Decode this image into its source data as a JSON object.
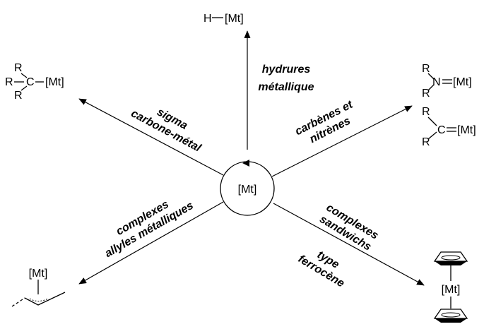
{
  "center": {
    "metal": "[Mt]"
  },
  "nodes": {
    "hydride": {
      "h": "H",
      "metal": "[Mt]"
    },
    "sigma": {
      "r_top": "R",
      "r_left": "R",
      "r_bottom": "R",
      "c": "C",
      "metal": "[Mt]"
    },
    "nitrene": {
      "r_top": "R",
      "r_bottom": "R",
      "n": "N",
      "metal": "[Mt]"
    },
    "carbene": {
      "r_top": "R",
      "r_bottom": "R",
      "c": "C",
      "metal": "[Mt]"
    },
    "allyl": {
      "metal": "[Mt]"
    },
    "sandwich": {
      "metal": "[Mt]"
    }
  },
  "labels": {
    "top": [
      "hydrures",
      "métallique"
    ],
    "upper_left": [
      "sigma",
      "carbone-métal"
    ],
    "upper_right": [
      "carbènes et",
      "nitrènes"
    ],
    "lower_left": [
      "complexes",
      "allyles métalliques"
    ],
    "lower_right": [
      "complexes",
      "sandwichs",
      "type",
      "ferrocène"
    ]
  }
}
